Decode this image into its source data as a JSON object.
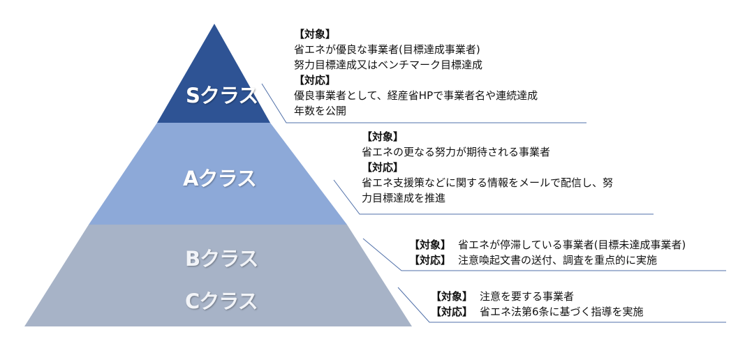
{
  "colors": {
    "tier_s": "#2e5394",
    "tier_a": "#8da9d8",
    "tier_bc": "#a7b3c7",
    "leader": "#4f6fa8",
    "text": "#111111"
  },
  "tiers": {
    "s": {
      "label": "Sクラス"
    },
    "a": {
      "label": "Aクラス"
    },
    "b": {
      "label": "Bクラス"
    },
    "c": {
      "label": "Cクラス"
    }
  },
  "callouts": {
    "s": {
      "target_heading": "【対象】",
      "target_lines": [
        "省エネが優良な事業者(目標達成事業者)",
        "努力目標達成又はベンチマーク目標達成"
      ],
      "response_heading": "【対応】",
      "response_lines": [
        "優良事業者として、経産省HPで事業者名や連続達成",
        "年数を公開"
      ]
    },
    "a": {
      "target_heading": "【対象】",
      "target_lines": [
        "省エネの更なる努力が期待される事業者"
      ],
      "response_heading": "【対応】",
      "response_lines": [
        "省エネ支援策などに関する情報をメールで配信し、努",
        "力目標達成を推進"
      ]
    },
    "b": {
      "target_heading": "【対象】",
      "target_text": "省エネが停滞している事業者(目標未達成事業者)",
      "response_heading": "【対応】",
      "response_text": "注意喚起文書の送付、調査を重点的に実施"
    },
    "c": {
      "target_heading": "【対象】",
      "target_text": "注意を要する事業者",
      "response_heading": "【対応】",
      "response_text": "省エネ法第6条に基づく指導を実施"
    }
  }
}
